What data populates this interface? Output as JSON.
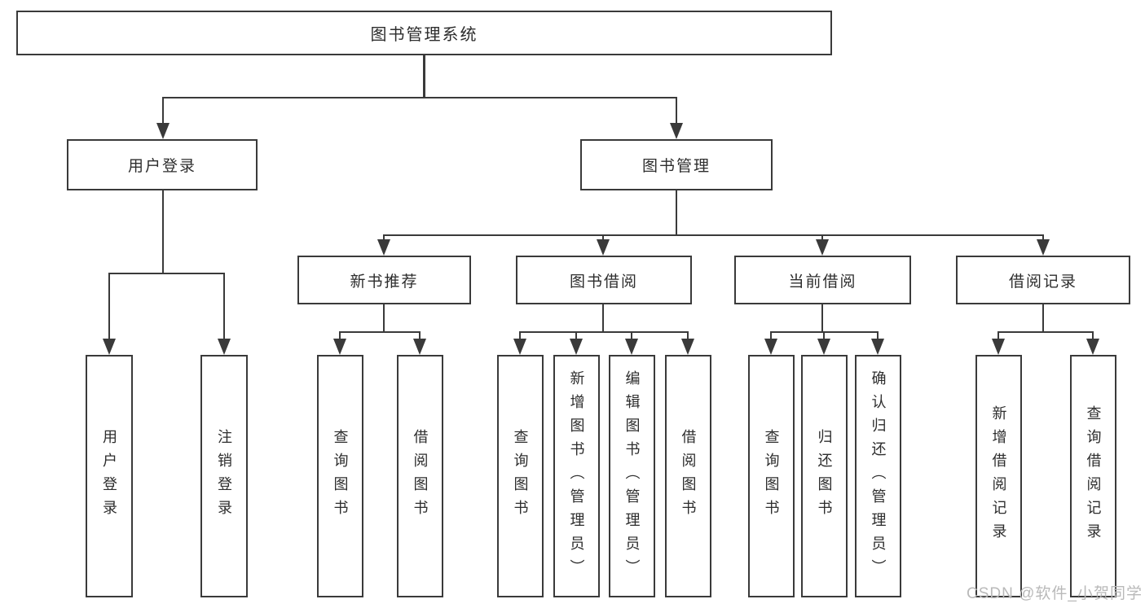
{
  "diagram": {
    "title": "图书管理系统",
    "watermark": "CSDN @软件_小贺同学",
    "colors": {
      "line": "#3a3a3a",
      "text": "#2d2d2d",
      "watermark": "#b9b9b9",
      "background": "#ffffff"
    },
    "nodes": {
      "root": {
        "label": "图书管理系统"
      },
      "user_login_group": {
        "label": "用户登录"
      },
      "book_management": {
        "label": "图书管理"
      },
      "login": {
        "label": "用户登录"
      },
      "logout": {
        "label": "注销登录"
      },
      "new_book_recommend": {
        "label": "新书推荐"
      },
      "book_borrow": {
        "label": "图书借阅"
      },
      "current_borrow": {
        "label": "当前借阅"
      },
      "borrow_records": {
        "label": "借阅记录"
      },
      "nb_query_books": {
        "label": "查询图书"
      },
      "nb_borrow_books": {
        "label": "借阅图书"
      },
      "bb_query_books": {
        "label": "查询图书"
      },
      "bb_add_books": {
        "label": "新增图书（管理员）"
      },
      "bb_edit_books": {
        "label": "编辑图书（管理员）"
      },
      "bb_borrow_books": {
        "label": "借阅图书"
      },
      "cb_query_books": {
        "label": "查询图书"
      },
      "cb_return_books": {
        "label": "归还图书"
      },
      "cb_confirm_return": {
        "label": "确认归还（管理员）"
      },
      "br_add_record": {
        "label": "新增借阅记录"
      },
      "br_query_record": {
        "label": "查询借阅记录"
      }
    }
  }
}
